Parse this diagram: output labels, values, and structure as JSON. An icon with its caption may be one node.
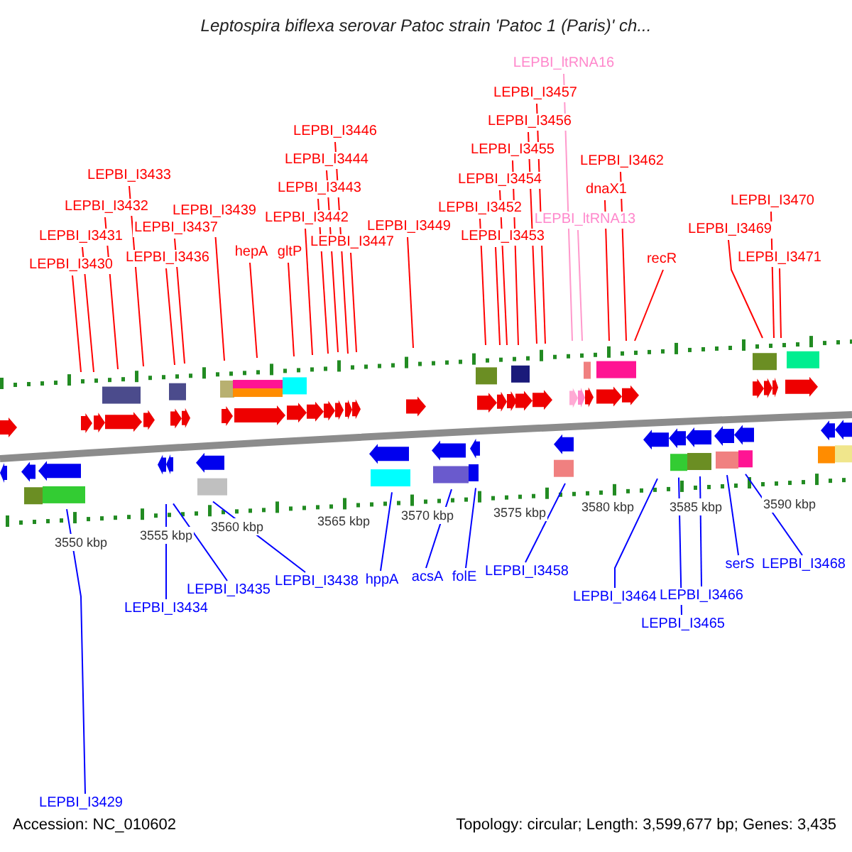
{
  "diagram": {
    "title": "Leptospira biflexa serovar Patoc strain 'Patoc 1 (Paris)' ch...",
    "nodes": [
      {
        "text": [
          "LEPBI_I3430"
        ]
      },
      {
        "text": [
          "LEPBI_I3431"
        ]
      },
      {
        "text": [
          "LEPBI_I3432"
        ]
      },
      {
        "text": [
          "LEPBI_I3433"
        ]
      },
      {
        "text": [
          "LEPBI_I3436"
        ]
      },
      {
        "text": [
          "LEPBI_I3437"
        ]
      },
      {
        "text": [
          "LEPBI_I3439"
        ]
      },
      {
        "text": [
          "hepA"
        ]
      },
      {
        "text": [
          "gltP"
        ]
      },
      {
        "text": [
          "LEPBI_I3442"
        ]
      },
      {
        "text": [
          "LEPBI_I3443"
        ]
      },
      {
        "text": [
          "LEPBI_I3444"
        ]
      },
      {
        "text": [
          "LEPBI_I3446"
        ]
      },
      {
        "text": [
          "LEPBI_I3447"
        ]
      },
      {
        "text": [
          "LEPBI_I3449"
        ]
      },
      {
        "text": [
          "LEPBI_I3452"
        ]
      },
      {
        "text": [
          "LEPBI_I3453"
        ]
      },
      {
        "text": [
          "LEPBI_I3454"
        ]
      },
      {
        "text": [
          "LEPBI_I3455"
        ]
      },
      {
        "text": [
          "LEPBI_I3456"
        ]
      },
      {
        "text": [
          "LEPBI_I3457"
        ]
      },
      {
        "text": [
          "LEPBI_ltRNA16"
        ]
      },
      {
        "text": [
          "LEPBI_ltRNA13"
        ]
      },
      {
        "text": [
          "dnaX1"
        ]
      },
      {
        "text": [
          "LEPBI_I3462"
        ]
      },
      {
        "text": [
          "recR"
        ]
      },
      {
        "text": [
          "LEPBI_I3469"
        ]
      },
      {
        "text": [
          "LEPBI_I3470"
        ]
      },
      {
        "text": [
          "LEPBI_I3471"
        ]
      },
      {
        "text": [
          "LEPBI_I3429"
        ]
      },
      {
        "text": [
          "LEPBI_I3434"
        ]
      },
      {
        "text": [
          "LEPBI_I3435"
        ]
      },
      {
        "text": [
          "LEPBI_I3438"
        ]
      },
      {
        "text": [
          "hppA"
        ]
      },
      {
        "text": [
          "acsA"
        ]
      },
      {
        "text": [
          "folE"
        ]
      },
      {
        "text": [
          "LEPBI_I3458"
        ]
      },
      {
        "text": [
          "LEPBI_I3464"
        ]
      },
      {
        "text": [
          "LEPBI_I3465"
        ]
      },
      {
        "text": [
          "LEPBI_I3466"
        ]
      },
      {
        "text": [
          "serS"
        ]
      },
      {
        "text": [
          "LEPBI_I3468"
        ]
      }
    ],
    "edges": [
      {
        "from": 0,
        "to": null,
        "arrow": "none"
      },
      {
        "from": 1,
        "to": null,
        "arrow": "none"
      },
      {
        "from": 2,
        "to": null,
        "arrow": "none"
      },
      {
        "from": 3,
        "to": null,
        "arrow": "none"
      },
      {
        "from": 4,
        "to": null,
        "arrow": "none"
      },
      {
        "from": 5,
        "to": null,
        "arrow": "none"
      },
      {
        "from": 6,
        "to": null,
        "arrow": "none"
      },
      {
        "from": 7,
        "to": null,
        "arrow": "none"
      },
      {
        "from": 8,
        "to": null,
        "arrow": "none"
      },
      {
        "from": 9,
        "to": null,
        "arrow": "none"
      },
      {
        "from": 10,
        "to": null,
        "arrow": "none"
      },
      {
        "from": 11,
        "to": null,
        "arrow": "none"
      },
      {
        "from": 12,
        "to": null,
        "arrow": "none"
      },
      {
        "from": 13,
        "to": null,
        "arrow": "none"
      },
      {
        "from": 14,
        "to": null,
        "arrow": "none"
      },
      {
        "from": 15,
        "to": null,
        "arrow": "none"
      },
      {
        "from": 16,
        "to": null,
        "arrow": "none"
      },
      {
        "from": 17,
        "to": null,
        "arrow": "none"
      },
      {
        "from": 18,
        "to": null,
        "arrow": "none"
      },
      {
        "from": 19,
        "to": null,
        "arrow": "none"
      },
      {
        "from": 20,
        "to": null,
        "arrow": "none"
      },
      {
        "from": 21,
        "to": null,
        "arrow": "none",
        "color": "#ff99cc"
      },
      {
        "from": 22,
        "to": null,
        "arrow": "none",
        "color": "#ff99cc"
      },
      {
        "from": 23,
        "to": null,
        "arrow": "none"
      },
      {
        "from": 24,
        "to": null,
        "arrow": "none"
      },
      {
        "from": 25,
        "to": null,
        "arrow": "none"
      },
      {
        "from": 26,
        "to": null,
        "arrow": "none"
      },
      {
        "from": 27,
        "to": null,
        "arrow": "none"
      },
      {
        "from": 28,
        "to": null,
        "arrow": "none"
      },
      {
        "from": 29,
        "to": null,
        "arrow": "none",
        "color": "#0000ff"
      },
      {
        "from": 30,
        "to": null,
        "arrow": "none",
        "color": "#0000ff"
      },
      {
        "from": 31,
        "to": null,
        "arrow": "none",
        "color": "#0000ff"
      },
      {
        "from": 32,
        "to": null,
        "arrow": "none",
        "color": "#0000ff"
      },
      {
        "from": 33,
        "to": null,
        "arrow": "none",
        "color": "#0000ff"
      },
      {
        "from": 34,
        "to": null,
        "arrow": "none",
        "color": "#0000ff"
      },
      {
        "from": 35,
        "to": null,
        "arrow": "none",
        "color": "#0000ff"
      },
      {
        "from": 36,
        "to": null,
        "arrow": "none",
        "color": "#0000ff"
      },
      {
        "from": 37,
        "to": null,
        "arrow": "none",
        "color": "#0000ff"
      },
      {
        "from": 38,
        "to": null,
        "arrow": "none",
        "color": "#0000ff"
      },
      {
        "from": 39,
        "to": null,
        "arrow": "none",
        "color": "#0000ff"
      },
      {
        "from": 40,
        "to": null,
        "arrow": "none",
        "color": "#0000ff"
      },
      {
        "from": 41,
        "to": null,
        "arrow": "none",
        "color": "#0000ff"
      }
    ],
    "labels": [
      "3550 kbp",
      "3555 kbp",
      "3560 kbp",
      "3565 kbp",
      "3570 kbp",
      "3575 kbp",
      "3580 kbp",
      "3585 kbp",
      "3590 kbp",
      "Accession: NC_010602",
      "Topology: circular; Length: 3,599,677 bp; Genes: 3,435"
    ]
  }
}
